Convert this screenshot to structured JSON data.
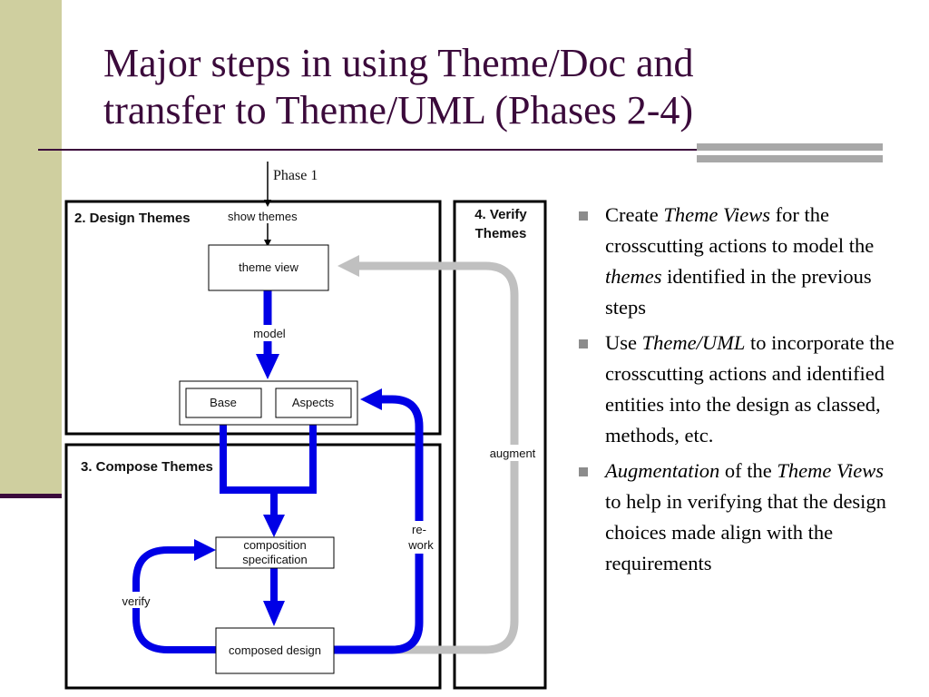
{
  "slide": {
    "title_line1": "Major steps in using Theme/Doc and",
    "title_line2": "transfer to Theme/UML (Phases 2-4)"
  },
  "diagram": {
    "phase_label": "Phase 1",
    "design_themes": "2. Design Themes",
    "show_themes": "show themes",
    "theme_view": "theme view",
    "model": "model",
    "base": "Base",
    "aspects": "Aspects",
    "compose_themes": "3. Compose Themes",
    "composition_line1": "composition",
    "composition_line2": "specification",
    "verify": "verify",
    "composed_design": "composed design",
    "rework_line1": "re-",
    "rework_line2": "work",
    "verify_themes_line1": "4. Verify",
    "verify_themes_line2": "Themes",
    "augment": "augment",
    "colors": {
      "flow": "#0000e6",
      "augment_flow": "#c0c0c0"
    }
  },
  "bullets": [
    {
      "parts": [
        {
          "text": "Create ",
          "italic": false
        },
        {
          "text": "Theme Views",
          "italic": true
        },
        {
          "text": " for the crosscutting actions to model the ",
          "italic": false
        },
        {
          "text": "themes",
          "italic": true
        },
        {
          "text": " identified in the previous steps",
          "italic": false
        }
      ]
    },
    {
      "parts": [
        {
          "text": "Use ",
          "italic": false
        },
        {
          "text": "Theme/UML",
          "italic": true
        },
        {
          "text": " to incorporate the crosscutting actions and identified entities into the design as classed, methods, etc.",
          "italic": false
        }
      ]
    },
    {
      "parts": [
        {
          "text": "Augmentation",
          "italic": true
        },
        {
          "text": " of the ",
          "italic": false
        },
        {
          "text": "Theme Views",
          "italic": true
        },
        {
          "text": " to help in verifying that the design choices made align with the requirements",
          "italic": false
        }
      ]
    }
  ]
}
